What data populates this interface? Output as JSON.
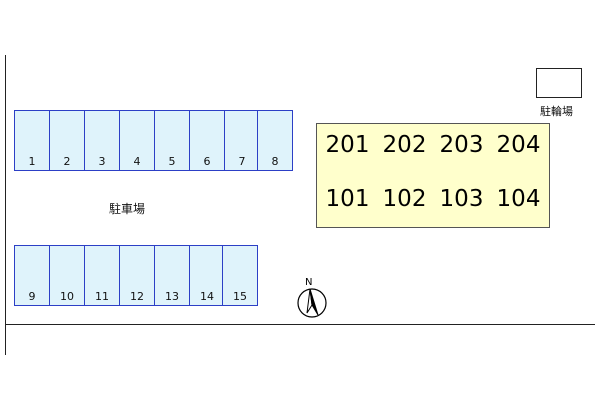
{
  "parking": {
    "label": "駐車場",
    "top_row": [
      "1",
      "2",
      "3",
      "4",
      "5",
      "6",
      "7",
      "8"
    ],
    "bottom_row": [
      "9",
      "10",
      "11",
      "12",
      "13",
      "14",
      "15"
    ]
  },
  "building": {
    "upper_rooms": [
      "201",
      "202",
      "203",
      "204"
    ],
    "lower_rooms": [
      "101",
      "102",
      "103",
      "104"
    ]
  },
  "bicycle_parking": {
    "label": "駐輪場"
  },
  "compass": {
    "north_label": "N",
    "icon": "north-arrow-icon"
  },
  "colors": {
    "slot_fill": "#dff3fb",
    "slot_border": "#2c3fc6",
    "building_fill": "#ffffcc"
  }
}
